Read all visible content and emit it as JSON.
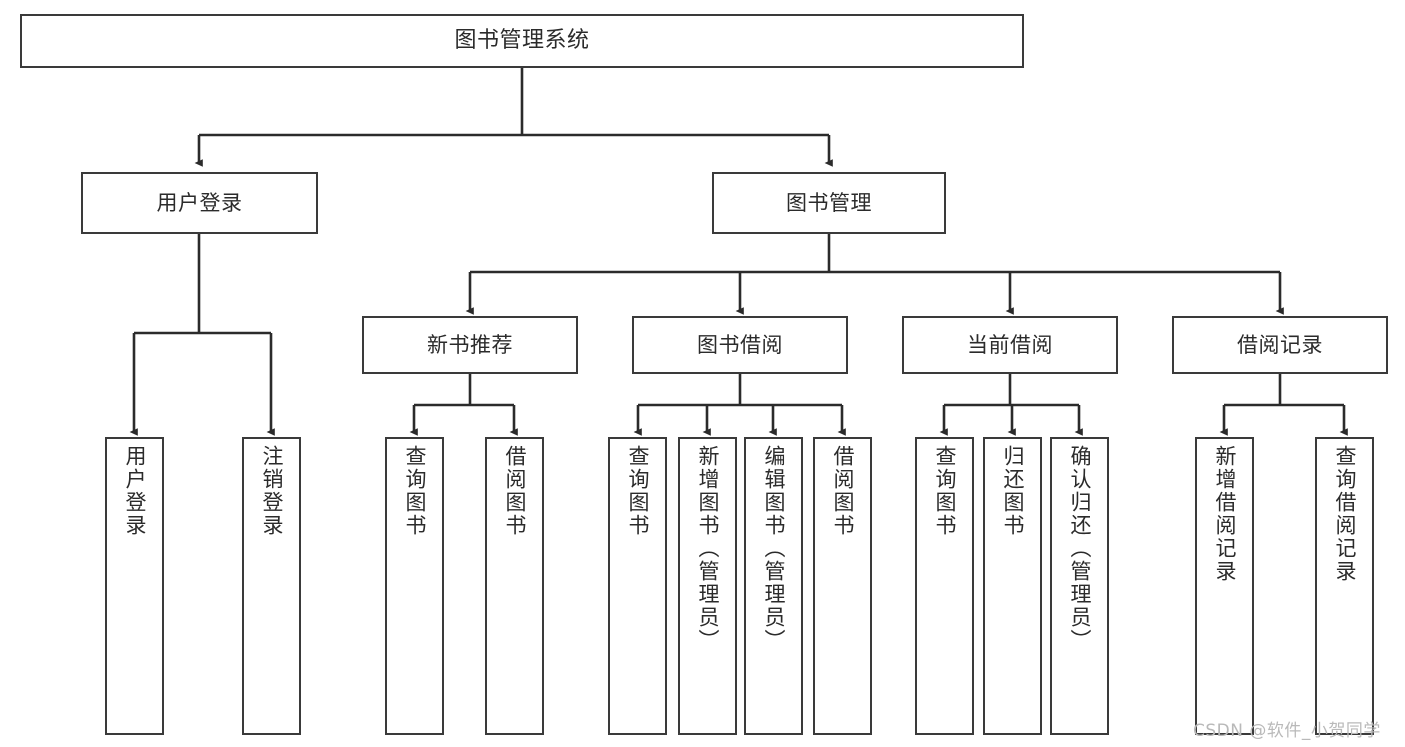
{
  "diagram": {
    "title": "图书管理系统",
    "type": "tree-structure-chart",
    "colors": {
      "box_border": "#3a3a3a",
      "box_fill": "#ffffff",
      "text": "#2b2b2b",
      "connector": "#2b2b2b",
      "watermark": "#b9b9b9",
      "background": "#ffffff"
    },
    "root": {
      "label": "图书管理系统"
    },
    "level2": [
      {
        "label": "用户登录"
      },
      {
        "label": "图书管理"
      }
    ],
    "level3": [
      {
        "label": "新书推荐"
      },
      {
        "label": "图书借阅"
      },
      {
        "label": "当前借阅"
      },
      {
        "label": "借阅记录"
      }
    ],
    "leaves": {
      "user_login": [
        {
          "label": "用户登录"
        },
        {
          "label": "注销登录"
        }
      ],
      "new_book_recommend": [
        {
          "label": "查询图书"
        },
        {
          "label": "借阅图书"
        }
      ],
      "book_borrow": [
        {
          "label": "查询图书"
        },
        {
          "label": "新增图书（管理员）"
        },
        {
          "label": "编辑图书（管理员）"
        },
        {
          "label": "借阅图书"
        }
      ],
      "current_borrow": [
        {
          "label": "查询图书"
        },
        {
          "label": "归还图书"
        },
        {
          "label": "确认归还（管理员）"
        }
      ],
      "borrow_record": [
        {
          "label": "新增借阅记录"
        },
        {
          "label": "查询借阅记录"
        }
      ]
    }
  },
  "watermark": {
    "text": "CSDN @软件_小贺同学"
  }
}
